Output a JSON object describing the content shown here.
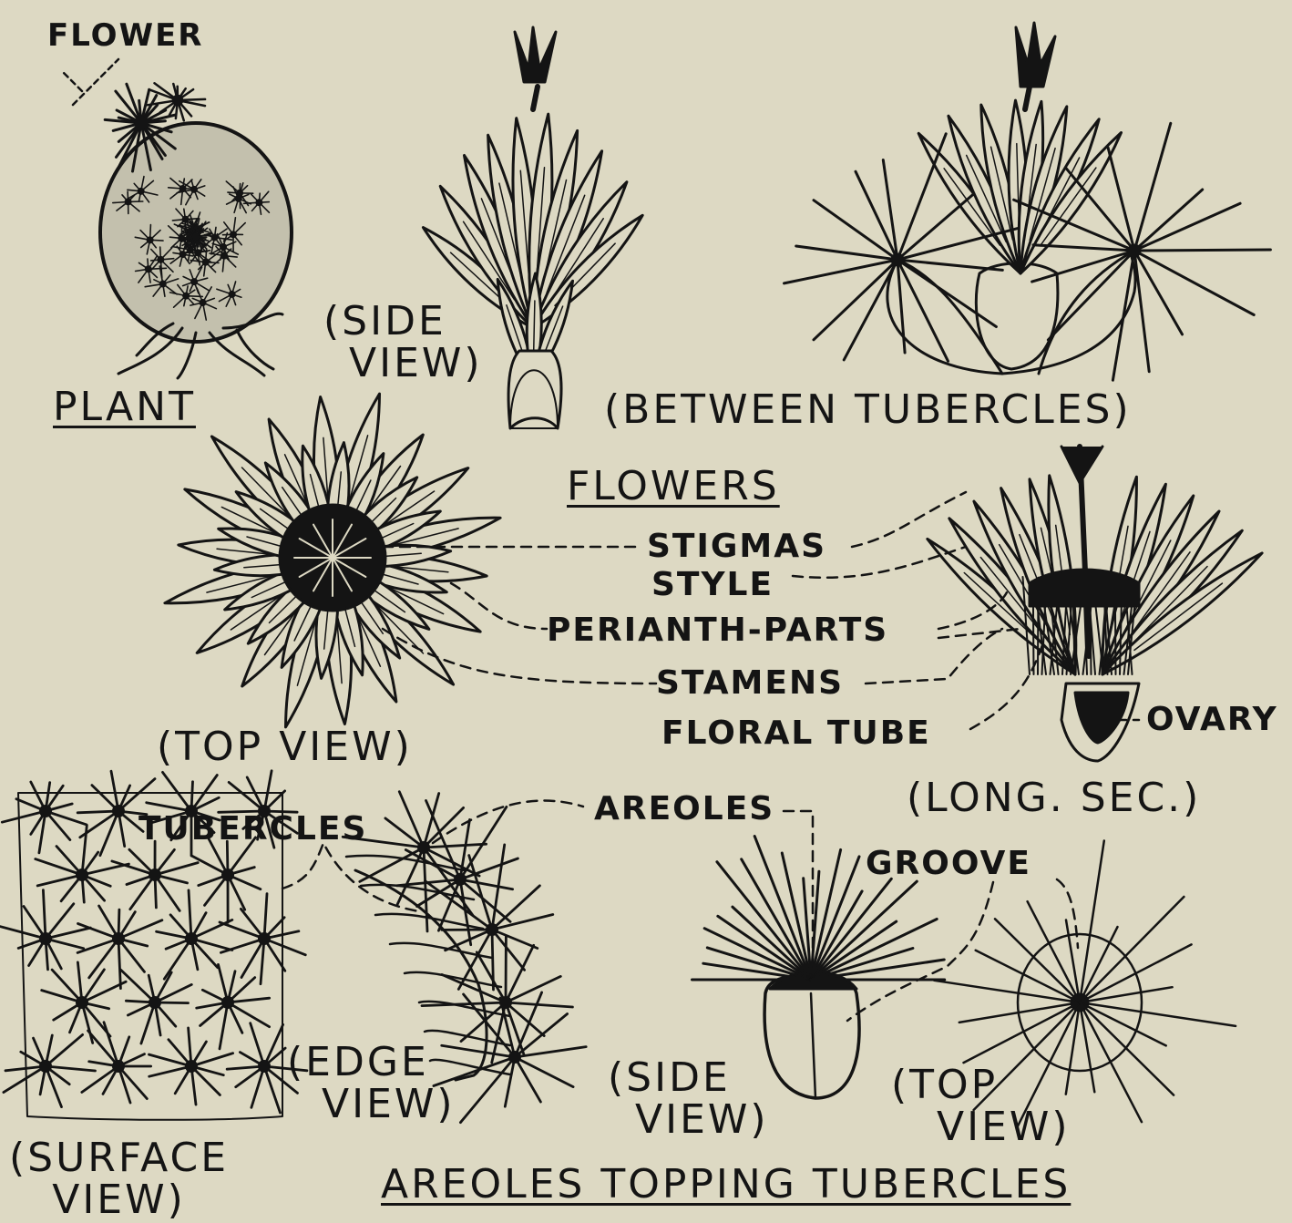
{
  "labels": {
    "flower": "FLOWER",
    "plant": "PLANT",
    "side_view_1_a": "(SIDE",
    "side_view_1_b": "VIEW)",
    "between_tubercles": "(BETWEEN TUBERCLES)",
    "flowers": "FLOWERS",
    "stigmas": "STIGMAS",
    "style": "STYLE",
    "perianth_parts": "PERIANTH-PARTS",
    "stamens": "STAMENS",
    "floral_tube": "FLORAL TUBE",
    "ovary": "OVARY",
    "top_view_1": "(TOP VIEW)",
    "long_sec": "(LONG. SEC.)",
    "areoles": "AREOLES",
    "tubercles": "TUBERCLES",
    "groove": "GROOVE",
    "edge_view_a": "(EDGE",
    "edge_view_b": "VIEW)",
    "side_view_2_a": "(SIDE",
    "side_view_2_b": "VIEW)",
    "top_view_2_a": "(TOP",
    "top_view_2_b": "VIEW)",
    "surface_view_a": "(SURFACE",
    "surface_view_b": "VIEW)",
    "areoles_topping_tubercles": "AREOLES TOPPING TUBERCLES"
  },
  "colors": {
    "background": "#ddd9c3",
    "ink": "#141414"
  }
}
